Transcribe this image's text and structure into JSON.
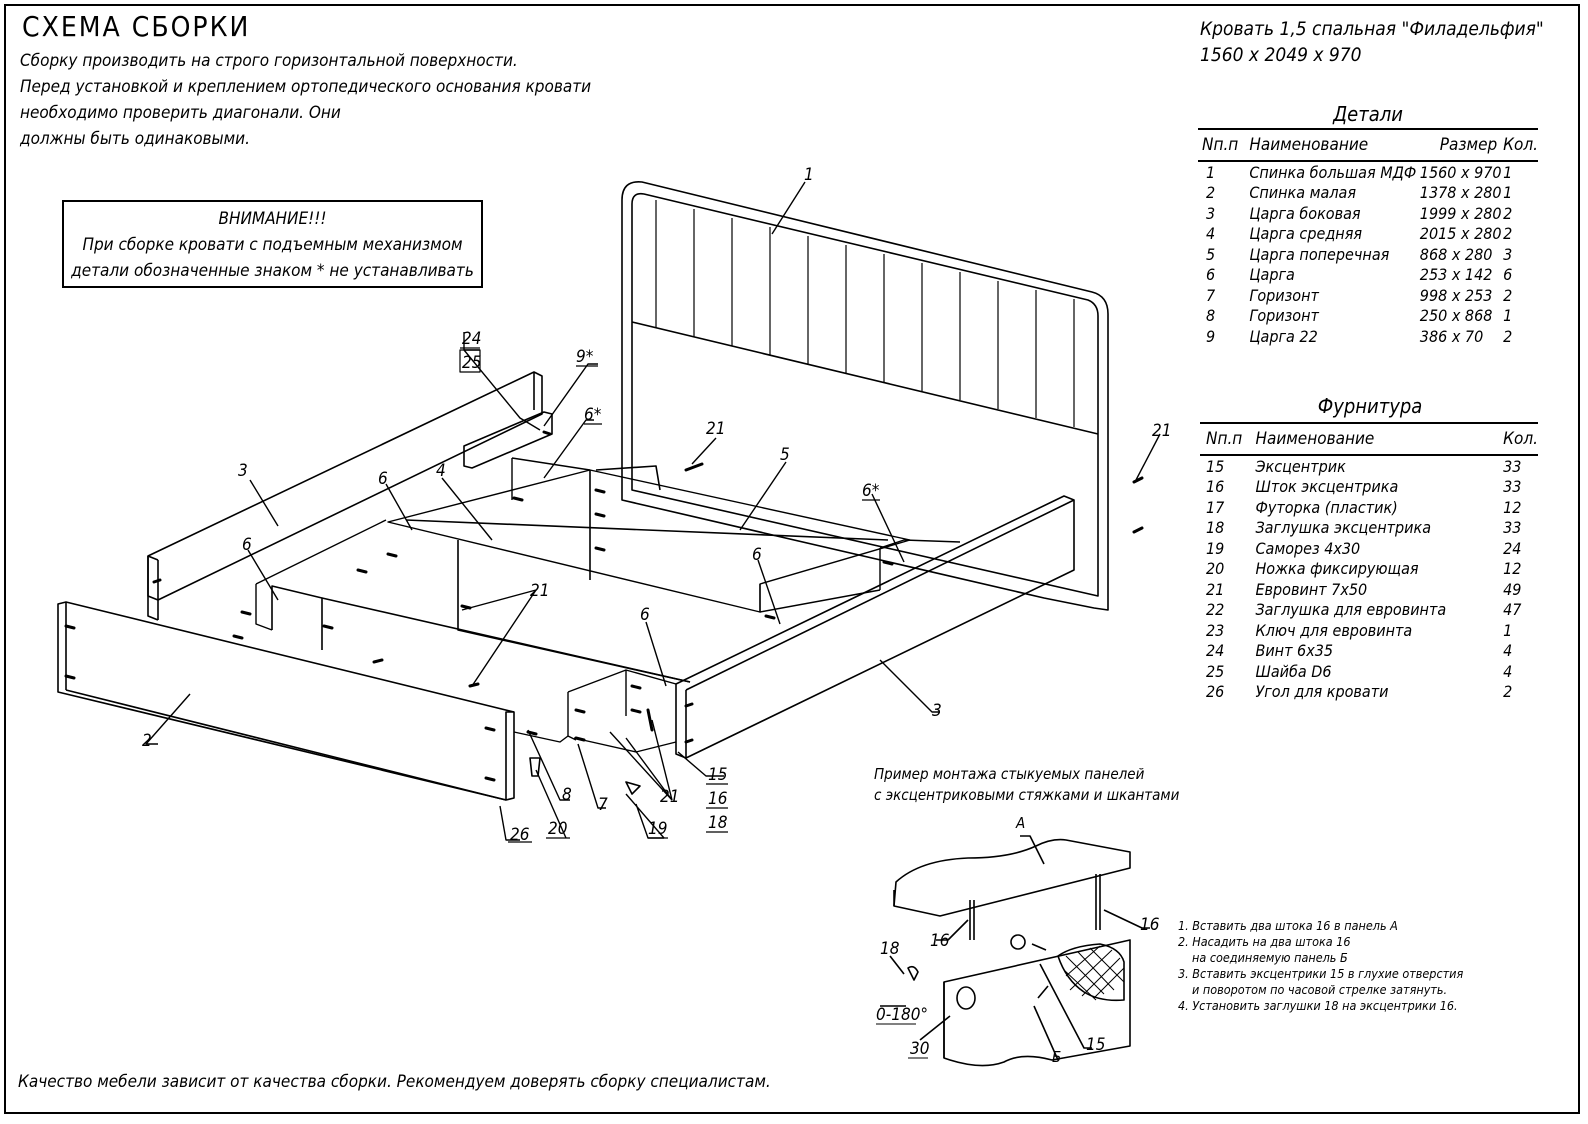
{
  "title": "СХЕМА СБОРКИ",
  "intro": [
    "Сборку производить на строго горизонтальной поверхности.",
    "Перед установкой и креплением ортопедического основания кровати",
    "необходимо проверить диагонали. Они",
    "должны быть одинаковыми."
  ],
  "warning": {
    "heading": "ВНИМАНИЕ!!!",
    "line1": "При сборке кровати с подъемным механизмом",
    "line2": "детали обозначенные знаком * не устанавливать"
  },
  "product": {
    "name": "Кровать 1,5 спальная \"Филадельфия\"",
    "dims": "1560 х 2049 х 970"
  },
  "details": {
    "title": "Детали",
    "headers": [
      "Nп.п",
      "Наименование",
      "Размер",
      "Кол."
    ],
    "rows": [
      [
        "1",
        "Спинка большая МДФ",
        "1560 х 970",
        "1"
      ],
      [
        "2",
        "Спинка малая",
        "1378 х 280",
        "1"
      ],
      [
        "3",
        "Царга боковая",
        "1999 х 280",
        "2"
      ],
      [
        "4",
        "Царга средняя",
        "2015 х 280",
        "2"
      ],
      [
        "5",
        "Царга поперечная",
        "868 х 280",
        "3"
      ],
      [
        "6",
        "Царга",
        "253 х 142",
        "6"
      ],
      [
        "7",
        "Горизонт",
        "998 х 253",
        "2"
      ],
      [
        "8",
        "Горизонт",
        "250 х 868",
        "1"
      ],
      [
        "9",
        "Царга 22",
        "386 х 70",
        "2"
      ]
    ]
  },
  "hardware": {
    "title": "Фурнитура",
    "headers": [
      "Nп.п",
      "Наименование",
      "Кол."
    ],
    "rows": [
      [
        "15",
        "Эксцентрик",
        "33"
      ],
      [
        "16",
        "Шток эксцентрика",
        "33"
      ],
      [
        "17",
        "Футорка (пластик)",
        "12"
      ],
      [
        "18",
        "Заглушка эксцентрика",
        "33"
      ],
      [
        "19",
        "Саморез 4х30",
        "24"
      ],
      [
        "20",
        "Ножка фиксирующая",
        "12"
      ],
      [
        "21",
        "Евровинт 7х50",
        "49"
      ],
      [
        "22",
        "Заглушка для евровинта",
        "47"
      ],
      [
        "23",
        "Ключ для евровинта",
        "1"
      ],
      [
        "24",
        "Винт 6х35",
        "4"
      ],
      [
        "25",
        "Шайба D6",
        "4"
      ],
      [
        "26",
        "Угол для кровати",
        "2"
      ]
    ]
  },
  "example": {
    "caption1": "Пример монтажа стыкуемых панелей",
    "caption2": "с эксцентриковыми стяжками и шкантами",
    "steps": [
      "1. Вставить два штока 16 в панель А",
      "2. Насадить на два штока 16",
      "на соединяемую панель Б",
      "3. Вставить эксцентрики 15 в глухие отверстия",
      "и поворотом по часовой стрелке затянуть.",
      "4. Установить заглушки 18 на эксцентрики 16."
    ],
    "labels": {
      "a": "А",
      "b": "Б",
      "p16a": "16",
      "p16b": "16",
      "p18": "18",
      "p15": "15",
      "angle": "0-180°",
      "p30": "30"
    }
  },
  "callouts": {
    "c1": "1",
    "c2": "2",
    "c3a": "3",
    "c3b": "3",
    "c4": "4",
    "c5": "5",
    "c6a": "6",
    "c6b": "6",
    "c6c": "6",
    "c6d": "6",
    "c6s1": "6*",
    "c6s2": "6*",
    "c7": "7",
    "c8": "8",
    "c9": "9*",
    "c15": "15",
    "c16": "16",
    "c18": "18",
    "c19": "19",
    "c20": "20",
    "c21a": "21",
    "c21b": "21",
    "c21c": "21",
    "c21d": "21",
    "c24": "24",
    "c25": "25",
    "c26": "26"
  },
  "footer": "Качество мебели зависит от качества сборки. Рекомендуем доверять сборку специалистам."
}
